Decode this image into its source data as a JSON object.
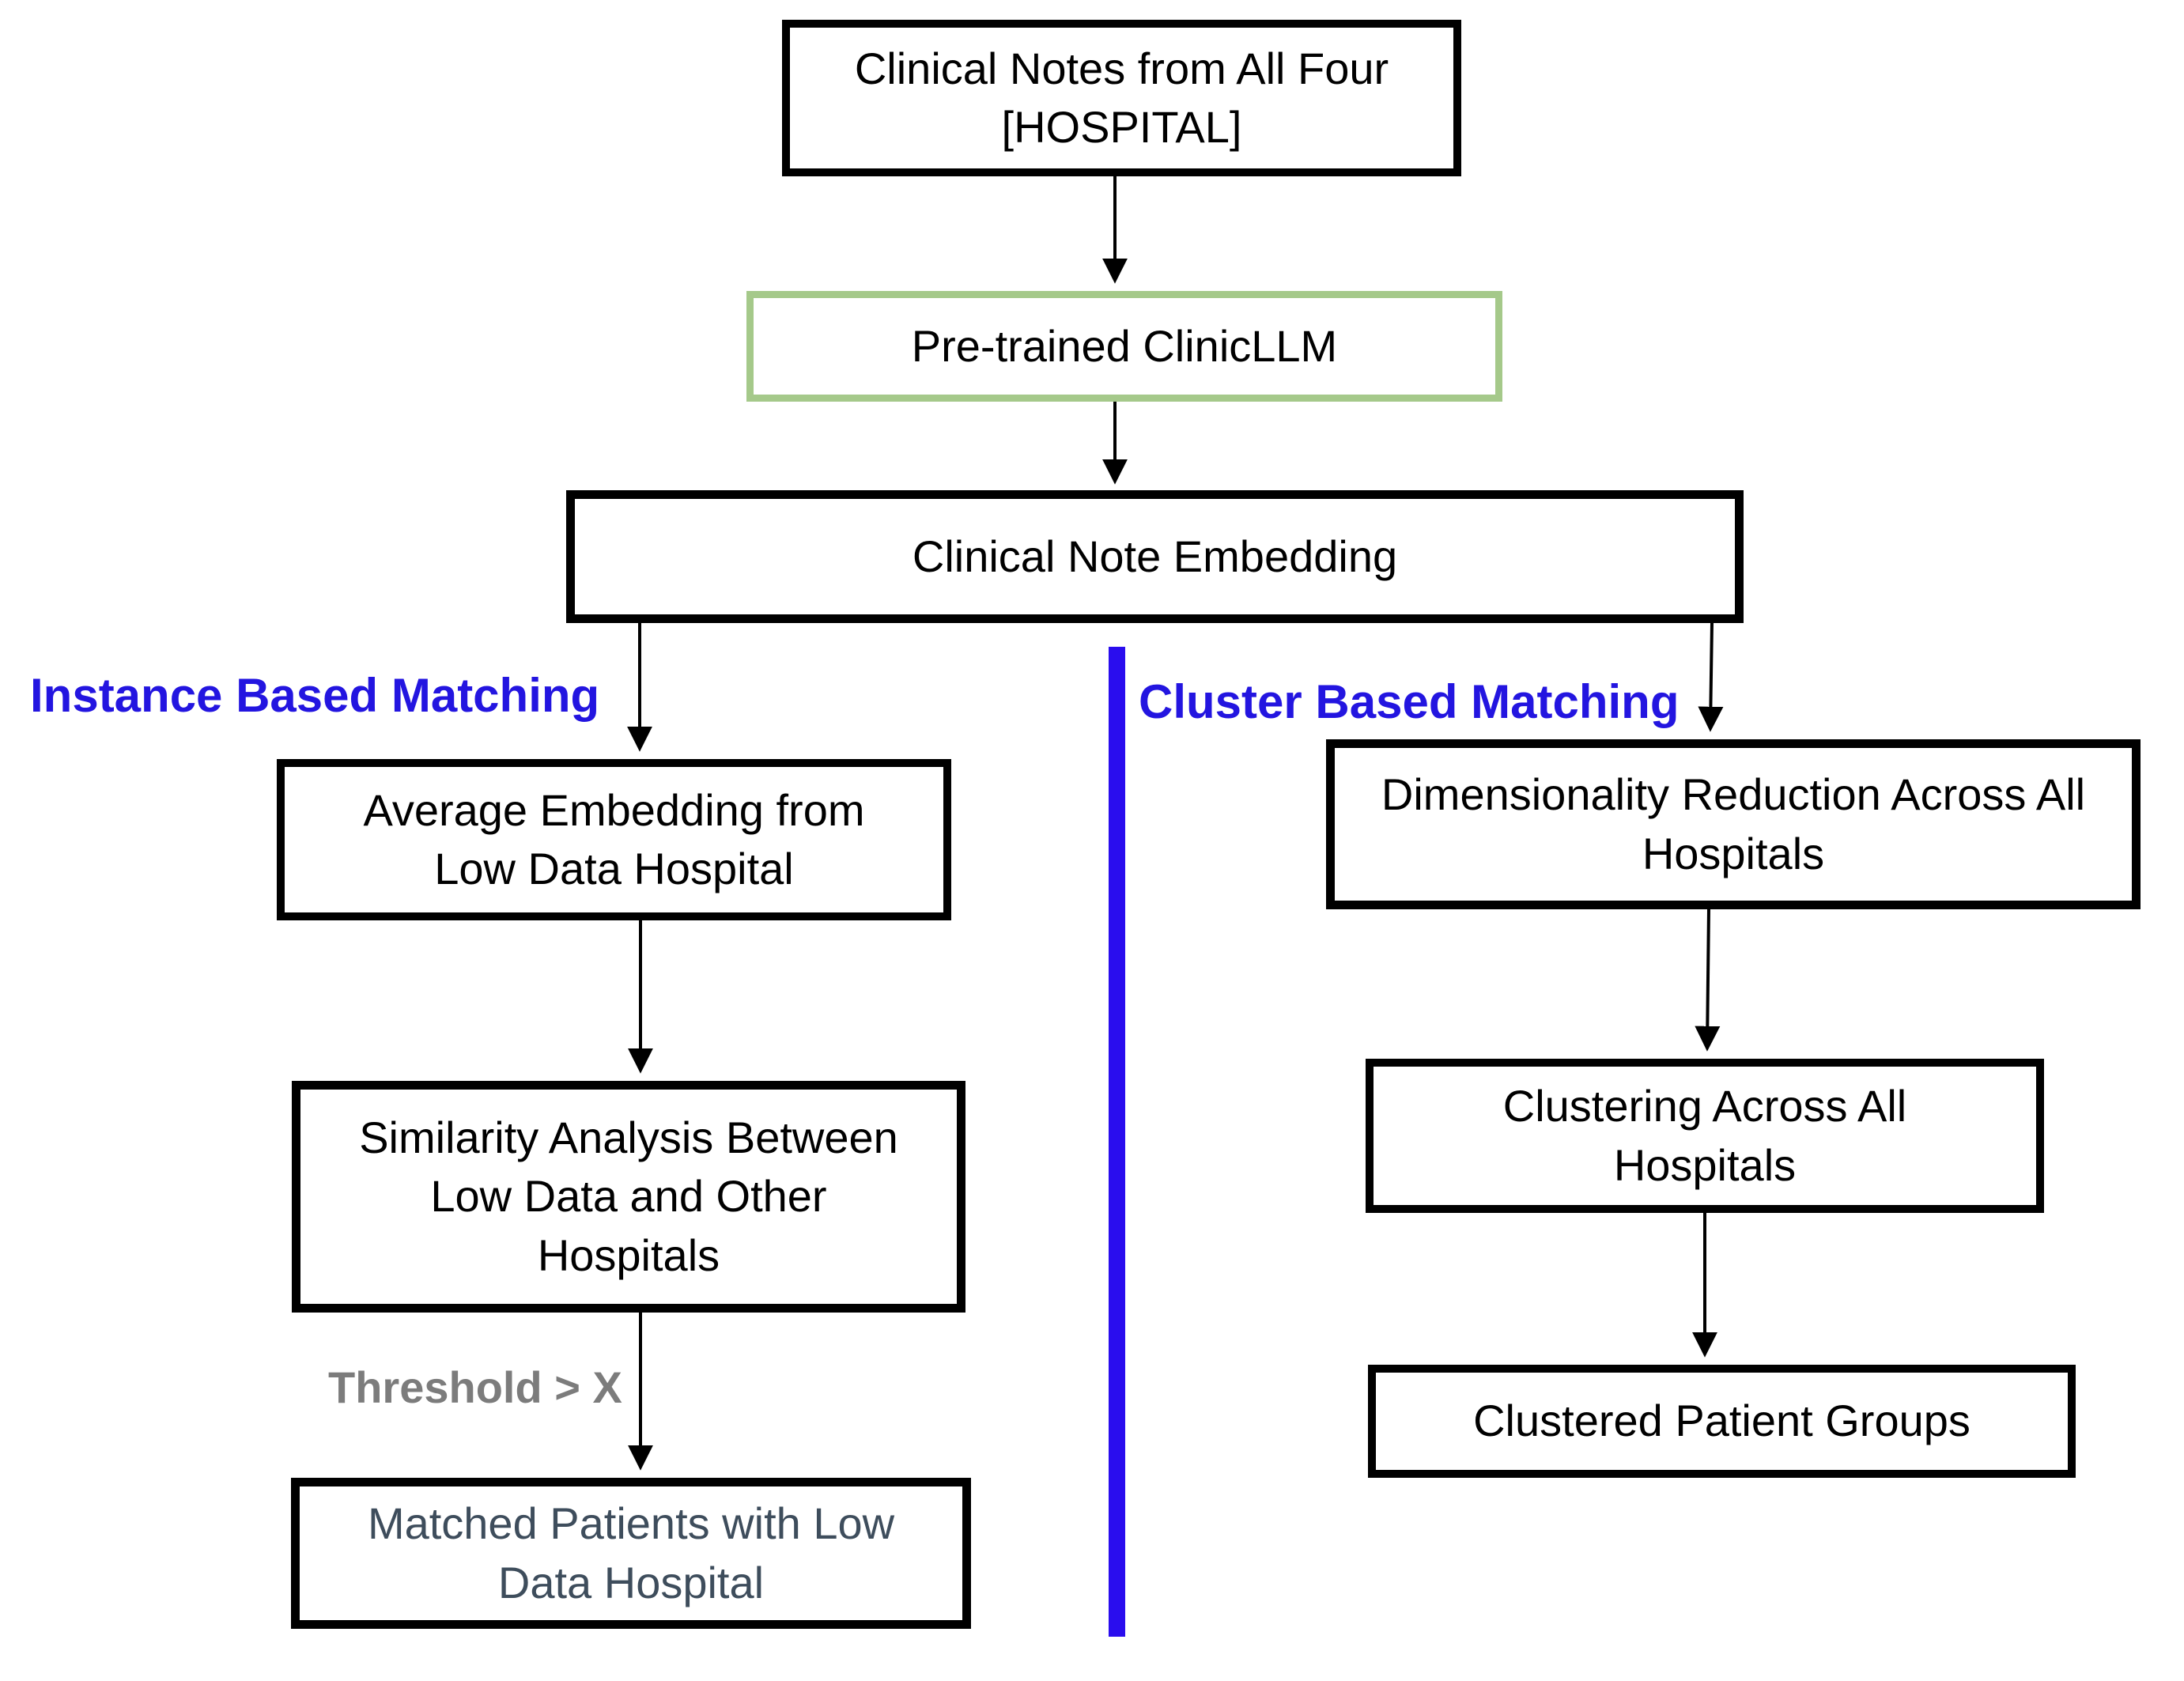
{
  "colors": {
    "accent_blue": "#2315e0",
    "divider_blue": "#2a0dee",
    "box_border": "#000000",
    "green_border": "#a5c98a",
    "gray_label": "#7c7c7c",
    "slate_text": "#3e4d5c",
    "text": "#000000",
    "background": "#ffffff"
  },
  "nodes": {
    "clinical_notes": {
      "label": "Clinical Notes from All Four\n[HOSPITAL]"
    },
    "pretrained_llm": {
      "label": "Pre-trained ClinicLLM"
    },
    "note_embedding": {
      "label": "Clinical Note Embedding"
    },
    "avg_embedding": {
      "label": "Average Embedding from\nLow Data Hospital"
    },
    "similarity_analysis": {
      "label": "Similarity Analysis Between\nLow Data and Other\nHospitals"
    },
    "matched_patients": {
      "label": "Matched Patients with Low\nData Hospital"
    },
    "dim_reduction": {
      "label": "Dimensionality Reduction Across All\nHospitals"
    },
    "clustering": {
      "label": "Clustering Across All\nHospitals"
    },
    "clustered_groups": {
      "label": "Clustered Patient Groups"
    }
  },
  "sections": {
    "instance": {
      "header": "Instance Based Matching"
    },
    "cluster": {
      "header": "Cluster Based Matching"
    }
  },
  "edges": {
    "threshold_label": "Threshold > X"
  }
}
